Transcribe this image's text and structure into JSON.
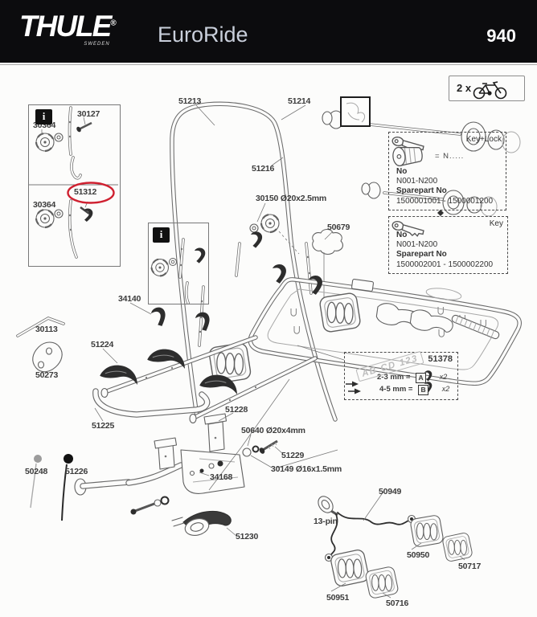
{
  "header": {
    "brand": "THULE",
    "reg": "®",
    "brand_sub": "SWEDEN",
    "product": "EuroRide",
    "model": "940"
  },
  "bike_count": {
    "label": "2 x"
  },
  "info_icon_glyph": "i",
  "parts": {
    "p51213": {
      "label": "51213"
    },
    "p51214": {
      "label": "51214"
    },
    "p51216": {
      "label": "51216"
    },
    "p30127": {
      "label": "30127"
    },
    "p30364_top": {
      "label": "30364"
    },
    "p51312": {
      "label": "51312",
      "highlighted": true
    },
    "p30364_bottom": {
      "label": "30364"
    },
    "p30150": {
      "label": "30150  Ø20x2.5mm"
    },
    "p50679": {
      "label": "50679"
    },
    "p34140": {
      "label": "34140"
    },
    "p30113": {
      "label": "30113"
    },
    "p51224": {
      "label": "51224"
    },
    "p50273": {
      "label": "50273"
    },
    "p51225": {
      "label": "51225"
    },
    "p51228": {
      "label": "51228"
    },
    "p50640": {
      "label": "50640  Ø20x4mm"
    },
    "p51229": {
      "label": "51229"
    },
    "p30149": {
      "label": "30149  Ø16x1.5mm"
    },
    "p34168": {
      "label": "34168"
    },
    "p50248": {
      "label": "50248"
    },
    "p51226": {
      "label": "51226"
    },
    "p51230": {
      "label": "51230"
    },
    "p50949": {
      "label": "50949"
    },
    "p13pin": {
      "label": "13-pin"
    },
    "p50950": {
      "label": "50950"
    },
    "p50717": {
      "label": "50717"
    },
    "p50951": {
      "label": "50951"
    },
    "p50716": {
      "label": "50716"
    }
  },
  "key_lock_box": {
    "title": "Key+Lock",
    "match_note": "= N.....",
    "no_label": "No",
    "no_value": "N001-N200",
    "sparepart_label": "Sparepart No",
    "sparepart_value": "1500001001 - 1500001200"
  },
  "key_box": {
    "title": "Key",
    "no_label": "No",
    "no_value": "N001-N200",
    "sparepart_label": "Sparepart No",
    "sparepart_value": "1500002001 - 1500002200"
  },
  "plate_box": {
    "part_number": "51378",
    "plate_text": "AB CD 123",
    "rows": [
      {
        "range": "2-3 mm =",
        "letter": "A",
        "qty": "x2"
      },
      {
        "range": "4-5 mm =",
        "letter": "B",
        "qty": "x2"
      }
    ]
  },
  "colors": {
    "highlight_red": "#cf2030",
    "header_bg": "#0c0c0e",
    "product_text": "#c9cfdb"
  }
}
